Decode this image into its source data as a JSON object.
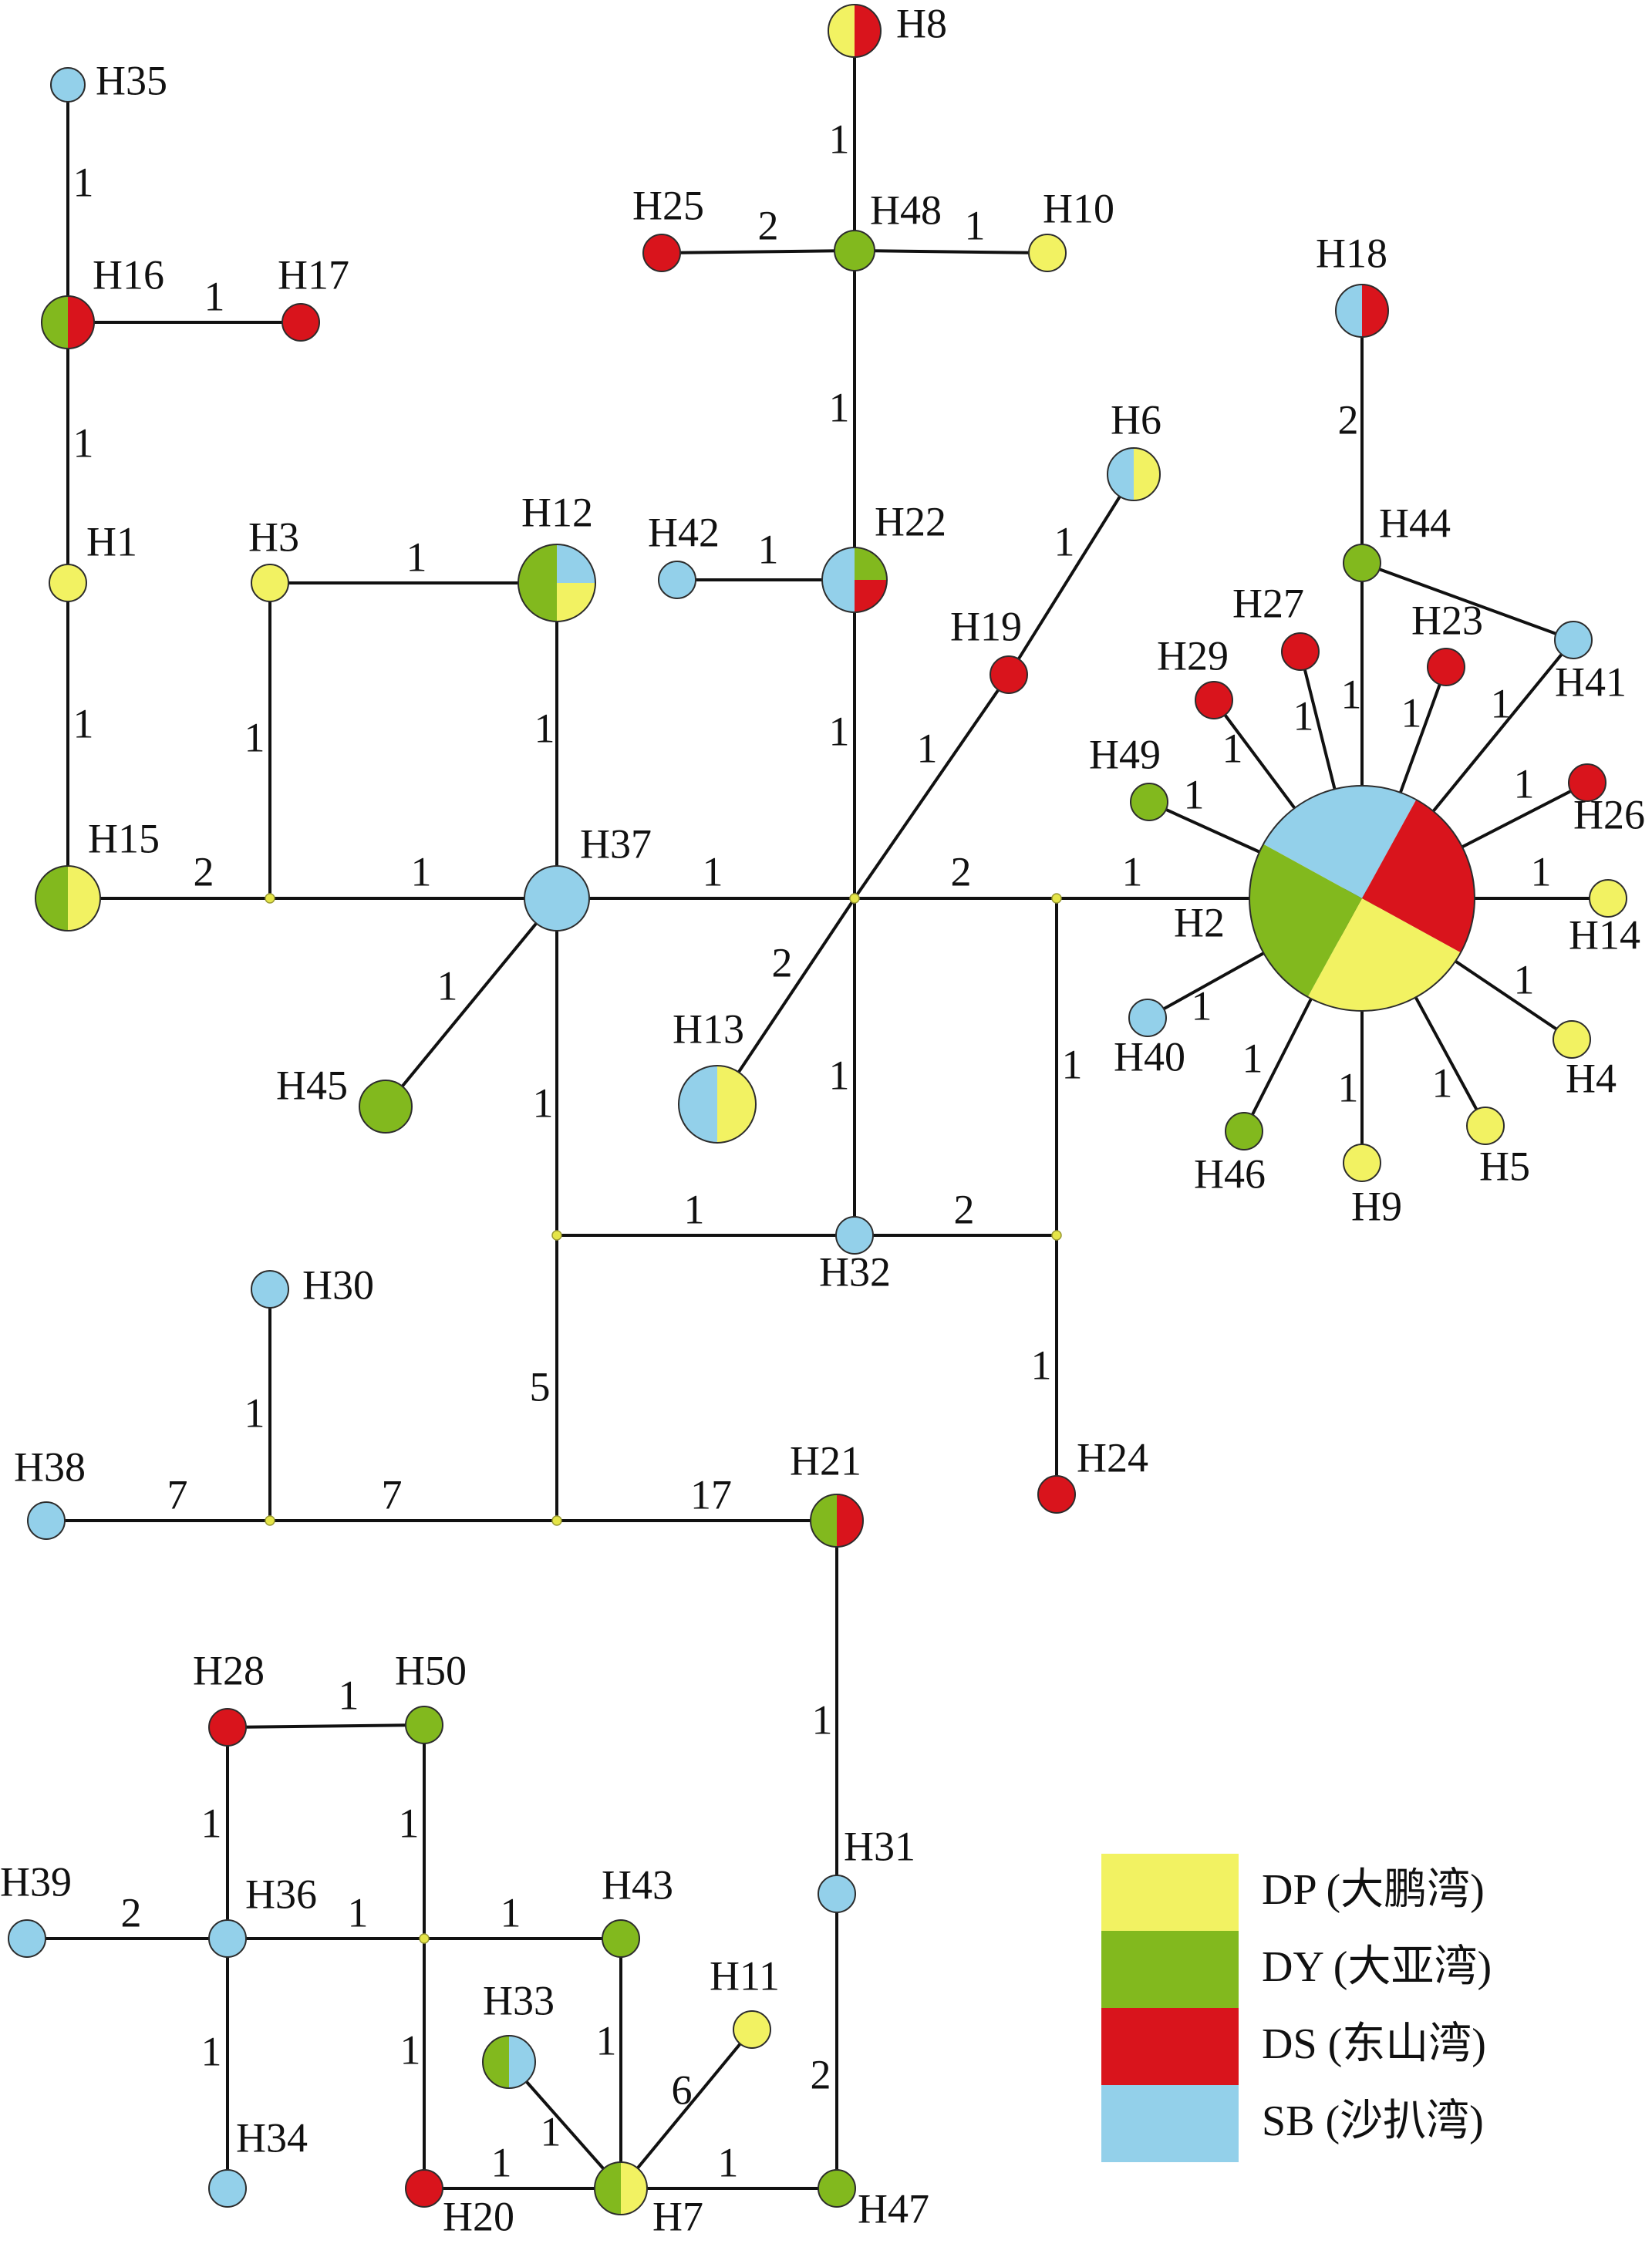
{
  "colors": {
    "DP": "#f2f262",
    "DY": "#82b91e",
    "DS": "#d9141c",
    "SB": "#93d0ea",
    "edge": "#111111",
    "median": "#e5e548"
  },
  "legend": [
    {
      "key": "DP",
      "label": "DP (大鹏湾)"
    },
    {
      "key": "DY",
      "label": "DY (大亚湾)"
    },
    {
      "key": "DS",
      "label": "DS (东山湾)"
    },
    {
      "key": "SB",
      "label": "SB (沙扒湾)"
    }
  ],
  "haplotypes": [
    {
      "id": "H1",
      "label": "H1",
      "comp": [
        "DP"
      ]
    },
    {
      "id": "H2",
      "label": "H2",
      "comp": [
        "SB",
        "DS",
        "DP",
        "DY"
      ]
    },
    {
      "id": "H3",
      "label": "H3",
      "comp": [
        "DP"
      ]
    },
    {
      "id": "H4",
      "label": "H4",
      "comp": [
        "DP"
      ]
    },
    {
      "id": "H5",
      "label": "H5",
      "comp": [
        "DP"
      ]
    },
    {
      "id": "H6",
      "label": "H6",
      "comp": [
        "DP",
        "SB"
      ]
    },
    {
      "id": "H7",
      "label": "H7",
      "comp": [
        "DP",
        "DY"
      ]
    },
    {
      "id": "H8",
      "label": "H8",
      "comp": [
        "DS",
        "DP"
      ]
    },
    {
      "id": "H9",
      "label": "H9",
      "comp": [
        "DP"
      ]
    },
    {
      "id": "H10",
      "label": "H10",
      "comp": [
        "DP"
      ]
    },
    {
      "id": "H11",
      "label": "H11",
      "comp": [
        "DP"
      ]
    },
    {
      "id": "H12",
      "label": "H12",
      "comp": [
        "SB",
        "DP",
        "DY"
      ]
    },
    {
      "id": "H13",
      "label": "H13",
      "comp": [
        "DP",
        "SB"
      ]
    },
    {
      "id": "H14",
      "label": "H14",
      "comp": [
        "DP"
      ]
    },
    {
      "id": "H15",
      "label": "H15",
      "comp": [
        "DP",
        "DY"
      ]
    },
    {
      "id": "H16",
      "label": "H16",
      "comp": [
        "DS",
        "DY"
      ]
    },
    {
      "id": "H17",
      "label": "H17",
      "comp": [
        "DS"
      ]
    },
    {
      "id": "H18",
      "label": "H18",
      "comp": [
        "DS",
        "SB"
      ]
    },
    {
      "id": "H19",
      "label": "H19",
      "comp": [
        "DS"
      ]
    },
    {
      "id": "H20",
      "label": "H20",
      "comp": [
        "DS"
      ]
    },
    {
      "id": "H21",
      "label": "H21",
      "comp": [
        "DS",
        "DY"
      ]
    },
    {
      "id": "H22",
      "label": "H22",
      "comp": [
        "DY",
        "DS",
        "SB"
      ]
    },
    {
      "id": "H23",
      "label": "H23",
      "comp": [
        "DS"
      ]
    },
    {
      "id": "H24",
      "label": "H24",
      "comp": [
        "DS"
      ]
    },
    {
      "id": "H25",
      "label": "H25",
      "comp": [
        "DS"
      ]
    },
    {
      "id": "H26",
      "label": "H26",
      "comp": [
        "DS"
      ]
    },
    {
      "id": "H27",
      "label": "H27",
      "comp": [
        "DS"
      ]
    },
    {
      "id": "H28",
      "label": "H28",
      "comp": [
        "DS"
      ]
    },
    {
      "id": "H29",
      "label": "H29",
      "comp": [
        "DS"
      ]
    },
    {
      "id": "H30",
      "label": "H30",
      "comp": [
        "SB"
      ]
    },
    {
      "id": "H31",
      "label": "H31",
      "comp": [
        "SB"
      ]
    },
    {
      "id": "H32",
      "label": "H32",
      "comp": [
        "SB"
      ]
    },
    {
      "id": "H33",
      "label": "H33",
      "comp": [
        "SB",
        "DY"
      ]
    },
    {
      "id": "H34",
      "label": "H34",
      "comp": [
        "SB"
      ]
    },
    {
      "id": "H35",
      "label": "H35",
      "comp": [
        "SB"
      ]
    },
    {
      "id": "H36",
      "label": "H36",
      "comp": [
        "SB"
      ]
    },
    {
      "id": "H37",
      "label": "H37",
      "comp": [
        "SB"
      ]
    },
    {
      "id": "H38",
      "label": "H38",
      "comp": [
        "SB"
      ]
    },
    {
      "id": "H39",
      "label": "H39",
      "comp": [
        "SB"
      ]
    },
    {
      "id": "H40",
      "label": "H40",
      "comp": [
        "SB"
      ]
    },
    {
      "id": "H41",
      "label": "H41",
      "comp": [
        "SB"
      ]
    },
    {
      "id": "H42",
      "label": "H42",
      "comp": [
        "SB"
      ]
    },
    {
      "id": "H43",
      "label": "H43",
      "comp": [
        "DY"
      ]
    },
    {
      "id": "H44",
      "label": "H44",
      "comp": [
        "DY"
      ]
    },
    {
      "id": "H45",
      "label": "H45",
      "comp": [
        "DY"
      ]
    },
    {
      "id": "H46",
      "label": "H46",
      "comp": [
        "DY"
      ]
    },
    {
      "id": "H47",
      "label": "H47",
      "comp": [
        "DY"
      ]
    },
    {
      "id": "H48",
      "label": "H48",
      "comp": [
        "DY"
      ]
    },
    {
      "id": "H49",
      "label": "H49",
      "comp": [
        "DY"
      ]
    },
    {
      "id": "H50",
      "label": "H50",
      "comp": [
        "DY"
      ]
    }
  ],
  "links": [
    {
      "from": "H35",
      "to": "H16",
      "steps": "1"
    },
    {
      "from": "H16",
      "to": "H17",
      "steps": "1"
    },
    {
      "from": "H16",
      "to": "H1",
      "steps": "1"
    },
    {
      "from": "H1",
      "to": "H15",
      "steps": "1"
    },
    {
      "from": "H15",
      "to": "mv1",
      "steps": "2"
    },
    {
      "from": "mv1",
      "to": "H3",
      "steps": "1"
    },
    {
      "from": "H3",
      "to": "H12",
      "steps": "1"
    },
    {
      "from": "mv1",
      "to": "H37",
      "steps": "1"
    },
    {
      "from": "H12",
      "to": "H37",
      "steps": "1"
    },
    {
      "from": "H37",
      "to": "H45",
      "steps": "1"
    },
    {
      "from": "H37",
      "to": "mv2",
      "steps": "1"
    },
    {
      "from": "H8",
      "to": "H48",
      "steps": "1"
    },
    {
      "from": "H25",
      "to": "H48",
      "steps": "2"
    },
    {
      "from": "H48",
      "to": "H10",
      "steps": "1"
    },
    {
      "from": "H48",
      "to": "H22",
      "steps": "1"
    },
    {
      "from": "H42",
      "to": "H22",
      "steps": "1"
    },
    {
      "from": "H22",
      "to": "mv2",
      "steps": "1"
    },
    {
      "from": "H6",
      "to": "H19",
      "steps": "1"
    },
    {
      "from": "H19",
      "to": "mv2",
      "steps": "1"
    },
    {
      "from": "mv2",
      "to": "H13",
      "steps": "2"
    },
    {
      "from": "mv2",
      "to": "H32",
      "steps": "1"
    },
    {
      "from": "mv2",
      "to": "mv3",
      "steps": "2"
    },
    {
      "from": "mv3",
      "to": "H2",
      "steps": "1"
    },
    {
      "from": "mv3",
      "to": "mv4",
      "steps": "1"
    },
    {
      "from": "H32",
      "to": "mv4",
      "steps": "2"
    },
    {
      "from": "mv4",
      "to": "H24",
      "steps": "1"
    },
    {
      "from": "H37",
      "to": "mv5",
      "steps": "1"
    },
    {
      "from": "mv5",
      "to": "H32",
      "steps": "1"
    },
    {
      "from": "H18",
      "to": "H44",
      "steps": "2"
    },
    {
      "from": "H44",
      "to": "H2",
      "steps": "1"
    },
    {
      "from": "H44",
      "to": "H41",
      "steps": ""
    },
    {
      "from": "H41",
      "to": "H2",
      "steps": "1"
    },
    {
      "from": "H27",
      "to": "H2",
      "steps": "1"
    },
    {
      "from": "H23",
      "to": "H2",
      "steps": "1"
    },
    {
      "from": "H29",
      "to": "H2",
      "steps": "1"
    },
    {
      "from": "H49",
      "to": "H2",
      "steps": "1"
    },
    {
      "from": "H26",
      "to": "H2",
      "steps": "1"
    },
    {
      "from": "H14",
      "to": "H2",
      "steps": "1"
    },
    {
      "from": "H4",
      "to": "H2",
      "steps": "1"
    },
    {
      "from": "H5",
      "to": "H2",
      "steps": "1"
    },
    {
      "from": "H9",
      "to": "H2",
      "steps": "1"
    },
    {
      "from": "H46",
      "to": "H2",
      "steps": "1"
    },
    {
      "from": "H40",
      "to": "H2",
      "steps": "1"
    },
    {
      "from": "mv5",
      "to": "mv6",
      "steps": "5"
    },
    {
      "from": "H30",
      "to": "mv7",
      "steps": "1"
    },
    {
      "from": "H38",
      "to": "mv7",
      "steps": "7"
    },
    {
      "from": "mv7",
      "to": "mv6",
      "steps": "7"
    },
    {
      "from": "mv6",
      "to": "H21",
      "steps": "17"
    },
    {
      "from": "H21",
      "to": "H31",
      "steps": "1"
    },
    {
      "from": "H31",
      "to": "H47",
      "steps": "2"
    },
    {
      "from": "H47",
      "to": "H7",
      "steps": "1"
    },
    {
      "from": "H7",
      "to": "H20",
      "steps": "1"
    },
    {
      "from": "H7",
      "to": "H33",
      "steps": "1"
    },
    {
      "from": "H7",
      "to": "H11",
      "steps": "6"
    },
    {
      "from": "H7",
      "to": "H43",
      "steps": "1"
    },
    {
      "from": "H43",
      "to": "mv8",
      "steps": "1"
    },
    {
      "from": "H20",
      "to": "mv8",
      "steps": "1"
    },
    {
      "from": "mv8",
      "to": "H50",
      "steps": "1"
    },
    {
      "from": "H50",
      "to": "H28",
      "steps": "1"
    },
    {
      "from": "H28",
      "to": "H36",
      "steps": "1"
    },
    {
      "from": "H36",
      "to": "mv8",
      "steps": "1"
    },
    {
      "from": "H39",
      "to": "H36",
      "steps": "2"
    },
    {
      "from": "H36",
      "to": "H34",
      "steps": "1"
    }
  ]
}
